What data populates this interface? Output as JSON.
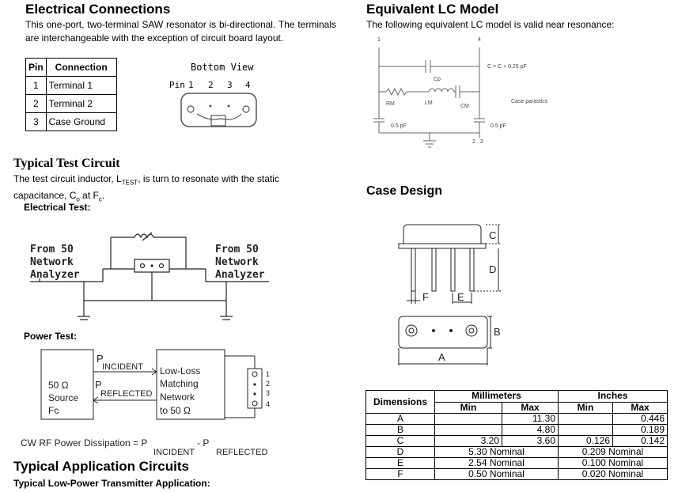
{
  "electrical": {
    "heading": "Electrical Connections",
    "paragraph": "This one-port, two-terminal SAW resonator is bi-directional. The terminals are interchangeable with the exception of circuit board layout.",
    "table_headers": [
      "Pin",
      "Connection"
    ],
    "pins": [
      {
        "num": "1",
        "conn": "Terminal 1"
      },
      {
        "num": "2",
        "conn": "Terminal 2"
      },
      {
        "num": "3",
        "conn": "Case Ground"
      }
    ],
    "bottom_view": {
      "title": "Bottom View",
      "pin_label": "Pin",
      "pins": [
        "1",
        "2",
        "3",
        "4"
      ]
    }
  },
  "lc_model": {
    "heading": "Equivalent LC Model",
    "paragraph": "The following equivalent LC model is valid near resonance:",
    "labels": {
      "node1": "1",
      "node4": "4",
      "c_eq": "C = C + 0.25 pF",
      "cp": "Cp",
      "rm": "RM",
      "lm": "LM",
      "cm": "CM",
      "parasitics": "Case parastics",
      "cap_left": "0.5 pF",
      "cap_right": "0.5 pF",
      "node23": "2 . 3"
    }
  },
  "test_circuit": {
    "heading": "Typical Test Circuit",
    "paragraph_pre": "The test circuit inductor, L",
    "paragraph_sub": "TEST",
    "paragraph_mid": ", is turn to resonate with the static capacitance, C",
    "paragraph_sub2": "o",
    "paragraph_mid2": " at F",
    "paragraph_sub3": "c",
    "paragraph_end": ".",
    "electrical_test": "Electrical Test:",
    "left_label": [
      "From 50",
      "Network",
      "Analyzer"
    ],
    "right_label": [
      "From 50",
      "Network",
      "Analyzer"
    ],
    "power_test": "Power Test:",
    "source_box": [
      "50 Ω",
      "Source",
      "Fc"
    ],
    "p_incident": "P",
    "p_incident_sub": "INCIDENT",
    "p_reflected": "P",
    "p_reflected_sub": "REFLECTED",
    "matching_box": [
      "Low-Loss",
      "Matching",
      "Network",
      "to 50 Ω"
    ],
    "pin_nums": [
      "1",
      "2",
      "3",
      "4"
    ],
    "dissipation_pre": "CW RF Power Dissipation = P",
    "dissipation_sub1": "INCIDENT",
    "dissipation_mid": " - P",
    "dissipation_sub2": "REFLECTED"
  },
  "application": {
    "heading": "Typical Application Circuits",
    "subheading": "Typical Low-Power Transmitter Application:"
  },
  "case_design": {
    "heading": "Case Design",
    "letters": {
      "a": "A",
      "b": "B",
      "c": "C",
      "d": "D",
      "e": "E",
      "f": "F"
    }
  },
  "dimensions": {
    "header_dim": "Dimensions",
    "header_mm": "Millimeters",
    "header_in": "Inches",
    "min": "Min",
    "max": "Max",
    "rows": [
      {
        "dim": "A",
        "mm_min": "",
        "mm_max": "11.30",
        "in_min": "",
        "in_max": "0.446"
      },
      {
        "dim": "B",
        "mm_min": "",
        "mm_max": "4.80",
        "in_min": "",
        "in_max": "0.189"
      },
      {
        "dim": "C",
        "mm_min": "3.20",
        "mm_max": "3.60",
        "in_min": "0.126",
        "in_max": "0.142"
      }
    ],
    "nominal_rows": [
      {
        "dim": "D",
        "mm": "5.30 Nominal",
        "in": "0.209 Nominal"
      },
      {
        "dim": "E",
        "mm": "2.54 Nominal",
        "in": "0.100 Nominal"
      },
      {
        "dim": "F",
        "mm": "0.50 Nominal",
        "in": "0.020 Nominal"
      }
    ]
  }
}
